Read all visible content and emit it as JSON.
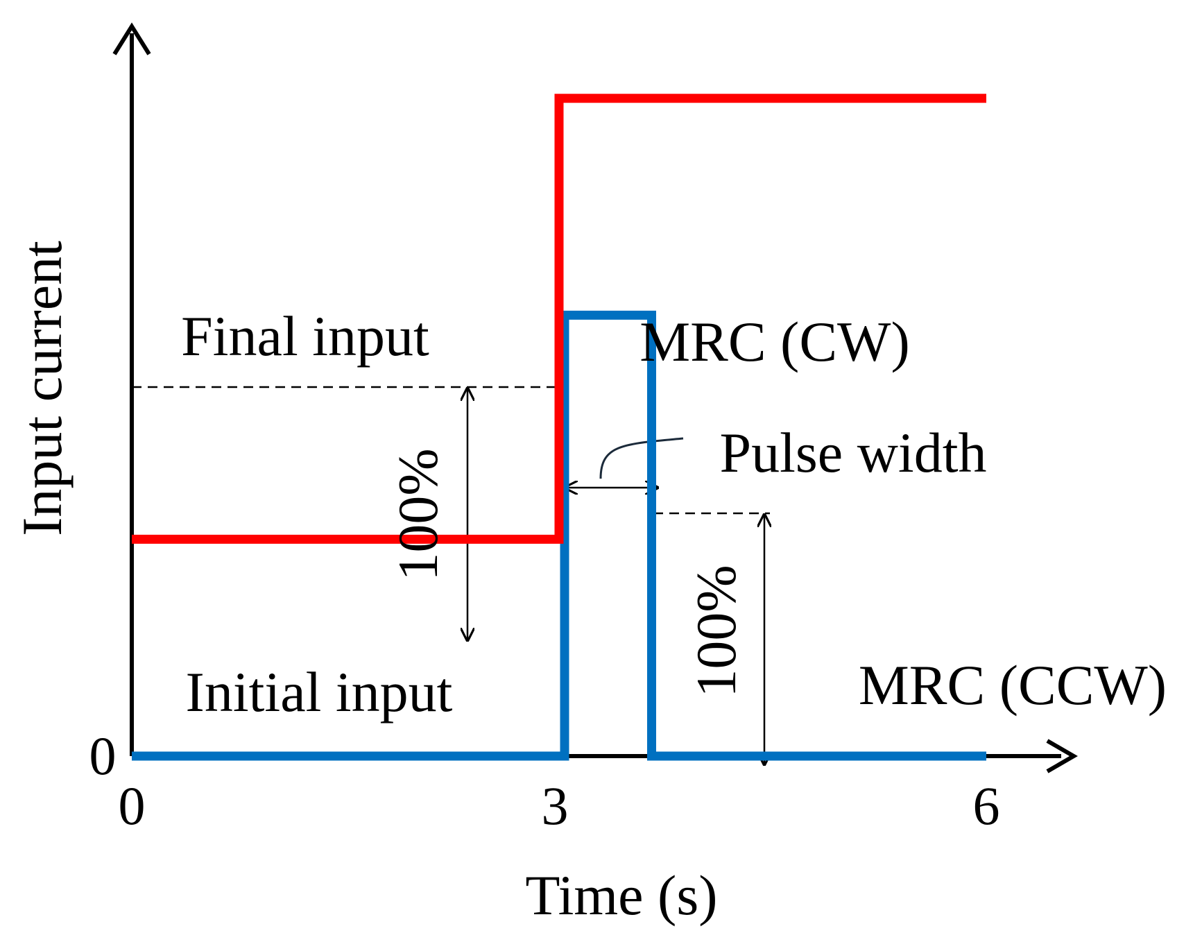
{
  "chart_data": {
    "type": "line",
    "xlabel": "Time (s)",
    "ylabel": "Input current",
    "x_ticks": [
      "0",
      "3",
      "6"
    ],
    "y_ticks": [
      "0"
    ],
    "xlim": [
      0,
      6
    ],
    "ylim": [
      0,
      1
    ],
    "grid": false,
    "series": [
      {
        "name": "MRC (CW)",
        "color": "#ff0000",
        "x": [
          0,
          3,
          3,
          6
        ],
        "y": [
          0.3,
          0.3,
          0.91,
          0.91
        ]
      },
      {
        "name": "MRC (CCW)",
        "color": "#0070c0",
        "x": [
          0,
          3,
          3,
          3.65,
          3.65,
          6
        ],
        "y": [
          0,
          0,
          0.61,
          0.61,
          0,
          0
        ]
      }
    ],
    "annotations": {
      "final_input": "Final input",
      "initial_input": "Initial input",
      "pulse_width": "Pulse width",
      "cw_amplitude": "100%",
      "ccw_amplitude": "100%"
    }
  }
}
